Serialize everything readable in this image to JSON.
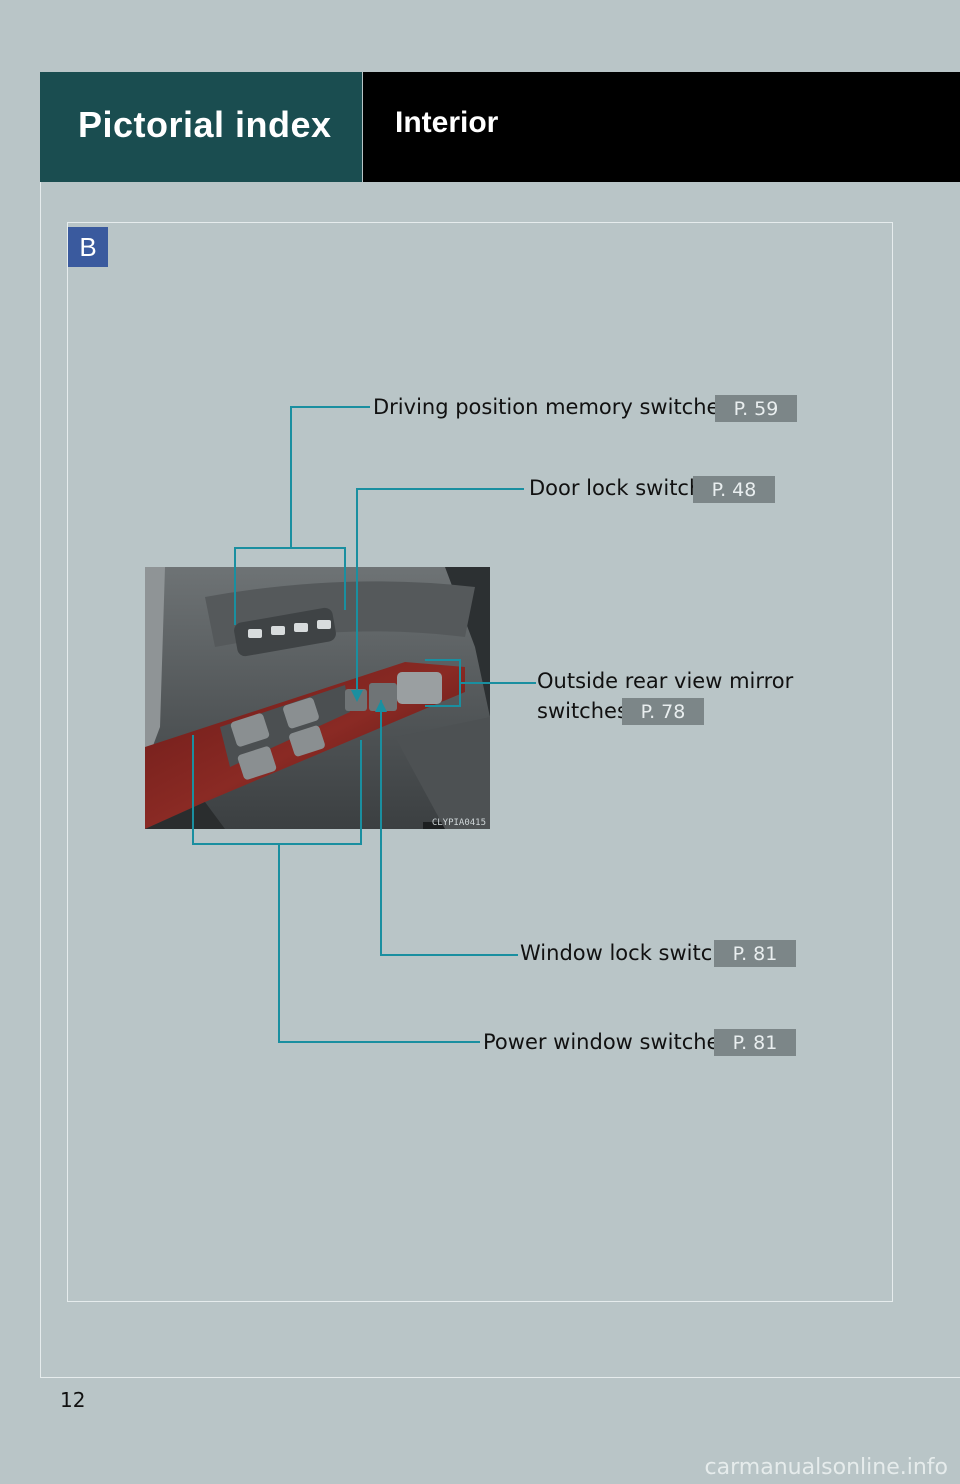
{
  "header": {
    "section_title": "Pictorial index",
    "chapter_title": "Interior"
  },
  "panel": {
    "badge": "B",
    "image_code": "CLYPIA0415"
  },
  "callouts": [
    {
      "label": "Driving position memory switches",
      "asterisk": "∗",
      "page_ref": "P. 59"
    },
    {
      "label": "Door lock switch",
      "page_ref": "P. 48"
    },
    {
      "label_line1": "Outside rear view mirror",
      "label_line2": "switches",
      "page_ref": "P. 78"
    },
    {
      "label": "Window lock switch",
      "page_ref": "P. 81"
    },
    {
      "label": "Power window switches",
      "page_ref": "P. 81"
    }
  ],
  "footer": {
    "page_number": "12",
    "watermark": "carmanualsonline.info"
  },
  "colors": {
    "page_background": "#b9c5c7",
    "header_teal": "#1a4d50",
    "header_black": "#000000",
    "badge_blue": "#3a5a9e",
    "page_ref_gray": "#7c8688",
    "leader_line": "#1a8fa0"
  }
}
